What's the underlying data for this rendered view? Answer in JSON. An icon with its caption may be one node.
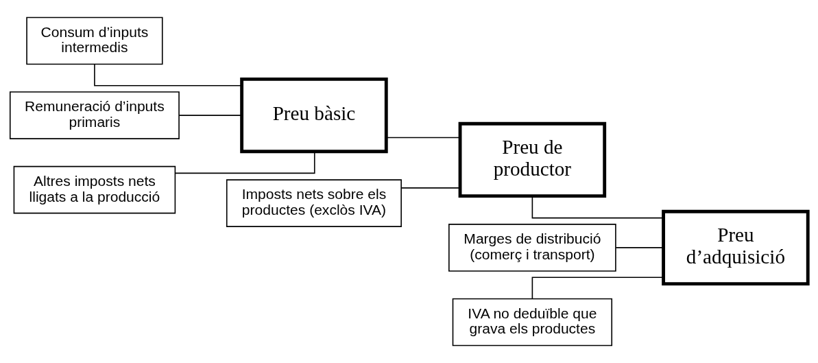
{
  "diagram": {
    "nodes": [
      {
        "text": [
          "Consum d’inputs intermedis"
        ]
      },
      {
        "text": [
          "Remuneració d’inputs primaris"
        ]
      },
      {
        "text": [
          "Altres imposts nets lligats a la producció"
        ]
      },
      {
        "text": [
          "Preu bàsic"
        ]
      },
      {
        "text": [
          "Imposts nets sobre els productes (exclòs IVA)"
        ]
      },
      {
        "text": [
          "Preu de productor"
        ]
      },
      {
        "text": [
          "Marges de distribució (comerç i transport)"
        ]
      },
      {
        "text": [
          "Preu d’adquisició"
        ]
      },
      {
        "text": [
          "IVA no deduïble que grava els productes"
        ]
      }
    ],
    "edges": [
      {
        "from": 0,
        "to": 3,
        "arrow": "none"
      },
      {
        "from": 1,
        "to": 3,
        "arrow": "none"
      },
      {
        "from": 2,
        "to": 3,
        "arrow": "none"
      },
      {
        "from": 3,
        "to": 5,
        "arrow": "none"
      },
      {
        "from": 4,
        "to": 5,
        "arrow": "none"
      },
      {
        "from": 5,
        "to": 7,
        "arrow": "none"
      },
      {
        "from": 6,
        "to": 7,
        "arrow": "none"
      },
      {
        "from": 8,
        "to": 7,
        "arrow": "none"
      }
    ]
  }
}
